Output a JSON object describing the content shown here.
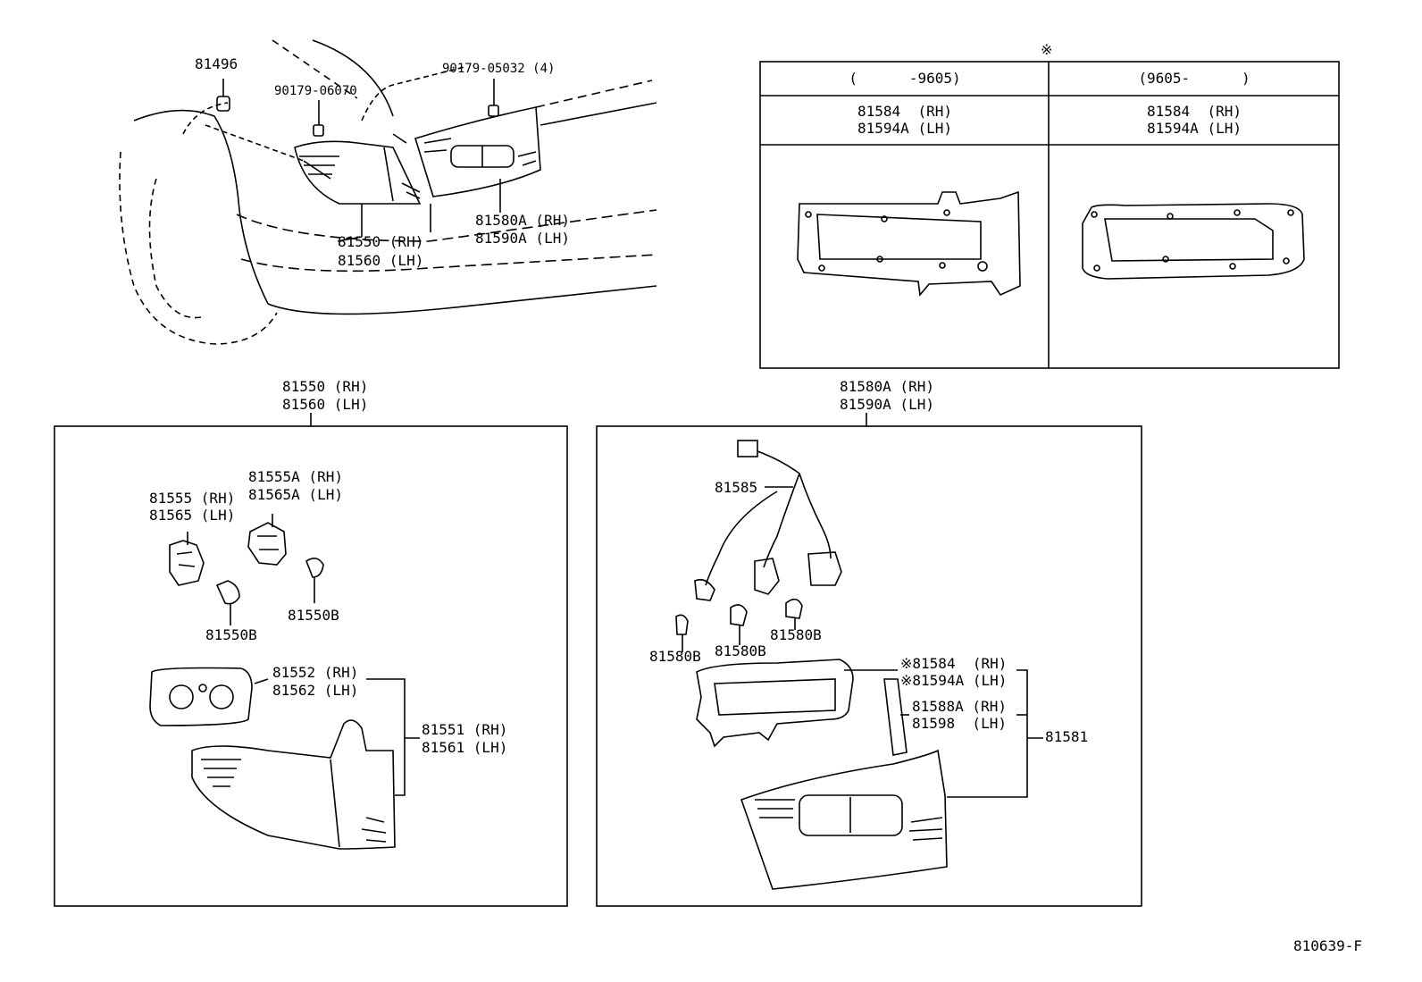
{
  "top_parts": {
    "clip": "81496",
    "nut_a": "90179-06070",
    "nut_b": "90179-05032 (4)",
    "lamp_rh": "81550 (RH)",
    "lamp_lh": "81560 (LH)",
    "garnish_rh": "81580A (RH)",
    "garnish_lh": "81590A (LH)"
  },
  "gasket_table": {
    "marker": "※",
    "col1_header": "(      -9605)",
    "col2_header": "(9605-      )",
    "col1_rh": "81584  (RH)",
    "col1_lh": "81594A (LH)",
    "col2_rh": "81584  (RH)",
    "col2_lh": "81594A (LH)"
  },
  "left_box": {
    "title_rh": "81550 (RH)",
    "title_lh": "81560 (LH)",
    "socket_a_rh": "81555 (RH)",
    "socket_a_lh": "81565 (LH)",
    "socket_b_rh": "81555A (RH)",
    "socket_b_lh": "81565A (LH)",
    "bulb_1": "81550B",
    "bulb_2": "81550B",
    "gasket_rh": "81552 (RH)",
    "gasket_lh": "81562 (LH)",
    "lens_rh": "81551 (RH)",
    "lens_lh": "81561 (LH)"
  },
  "right_box": {
    "title_rh": "81580A (RH)",
    "title_lh": "81590A (LH)",
    "wire": "81585",
    "bulb_1": "81580B",
    "bulb_2": "81580B",
    "bulb_3": "81580B",
    "gasket_rh": "※81584  (RH)",
    "gasket_lh": "※81594A (LH)",
    "reflector_rh": "81588A (RH)",
    "reflector_lh": "81598  (LH)",
    "assy": "81581"
  },
  "figure_code": "810639-F"
}
